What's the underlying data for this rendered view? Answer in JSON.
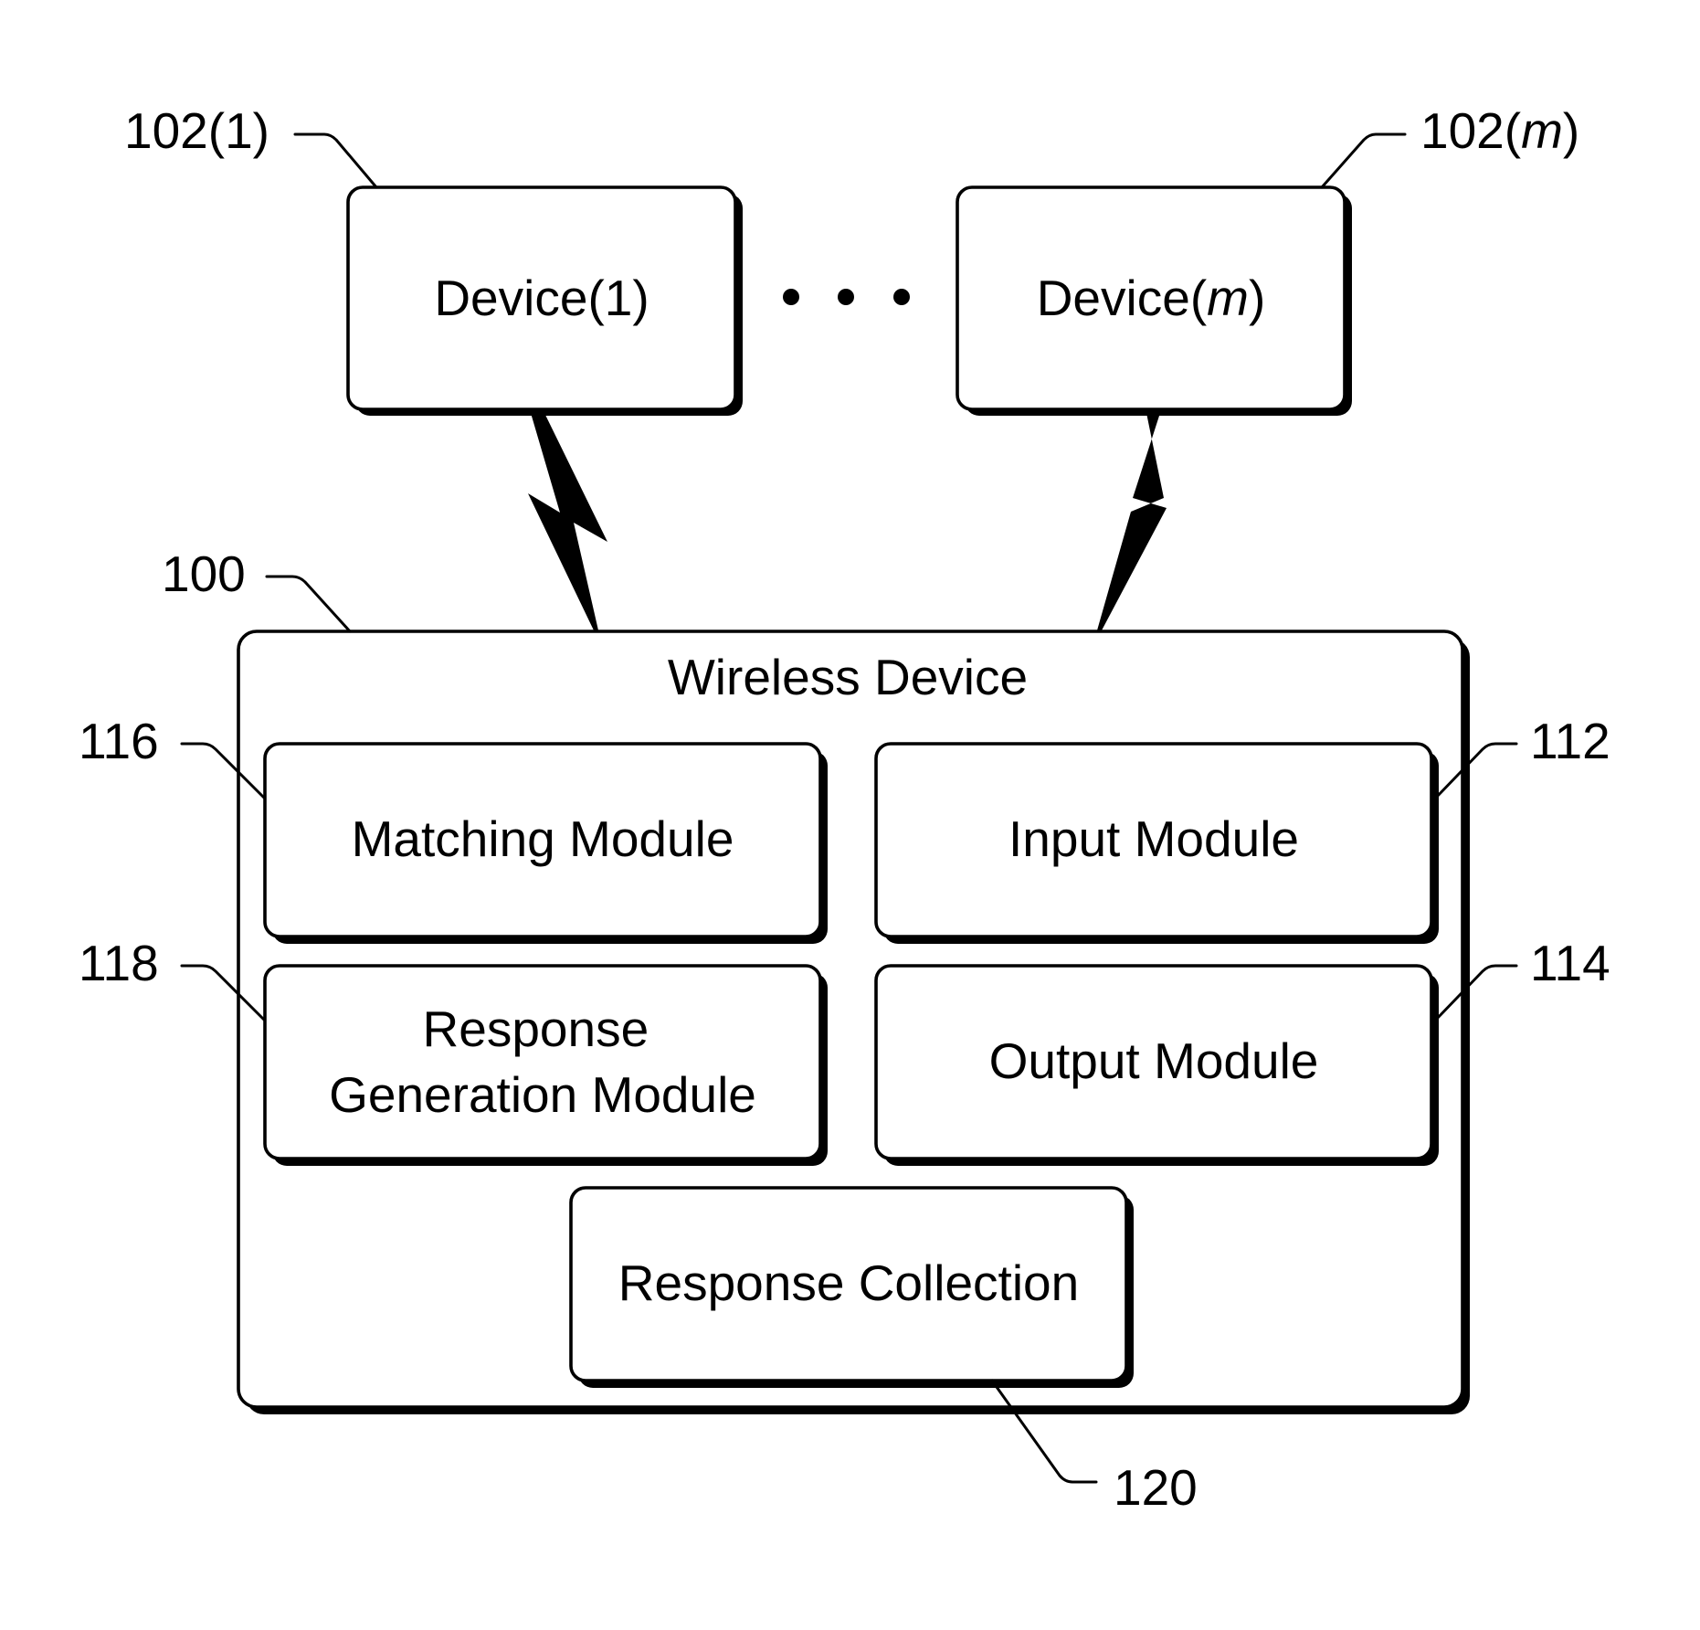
{
  "devices": {
    "device_1": {
      "label_main": "Device(1)",
      "ref": "102(1)"
    },
    "device_m": {
      "label_prefix": "Device(",
      "label_var": "m",
      "label_suffix": ")",
      "ref_prefix": "102(",
      "ref_var": "m",
      "ref_suffix": ")"
    }
  },
  "wireless_device": {
    "title": "Wireless Device",
    "ref": "100"
  },
  "modules": {
    "matching": {
      "label": "Matching Module",
      "ref": "116"
    },
    "input": {
      "label": "Input Module",
      "ref": "112"
    },
    "response_generation": {
      "label_line1": "Response",
      "label_line2": "Generation Module",
      "ref": "118"
    },
    "output": {
      "label": "Output Module",
      "ref": "114"
    },
    "response_collection": {
      "label": "Response Collection",
      "ref": "120"
    }
  }
}
